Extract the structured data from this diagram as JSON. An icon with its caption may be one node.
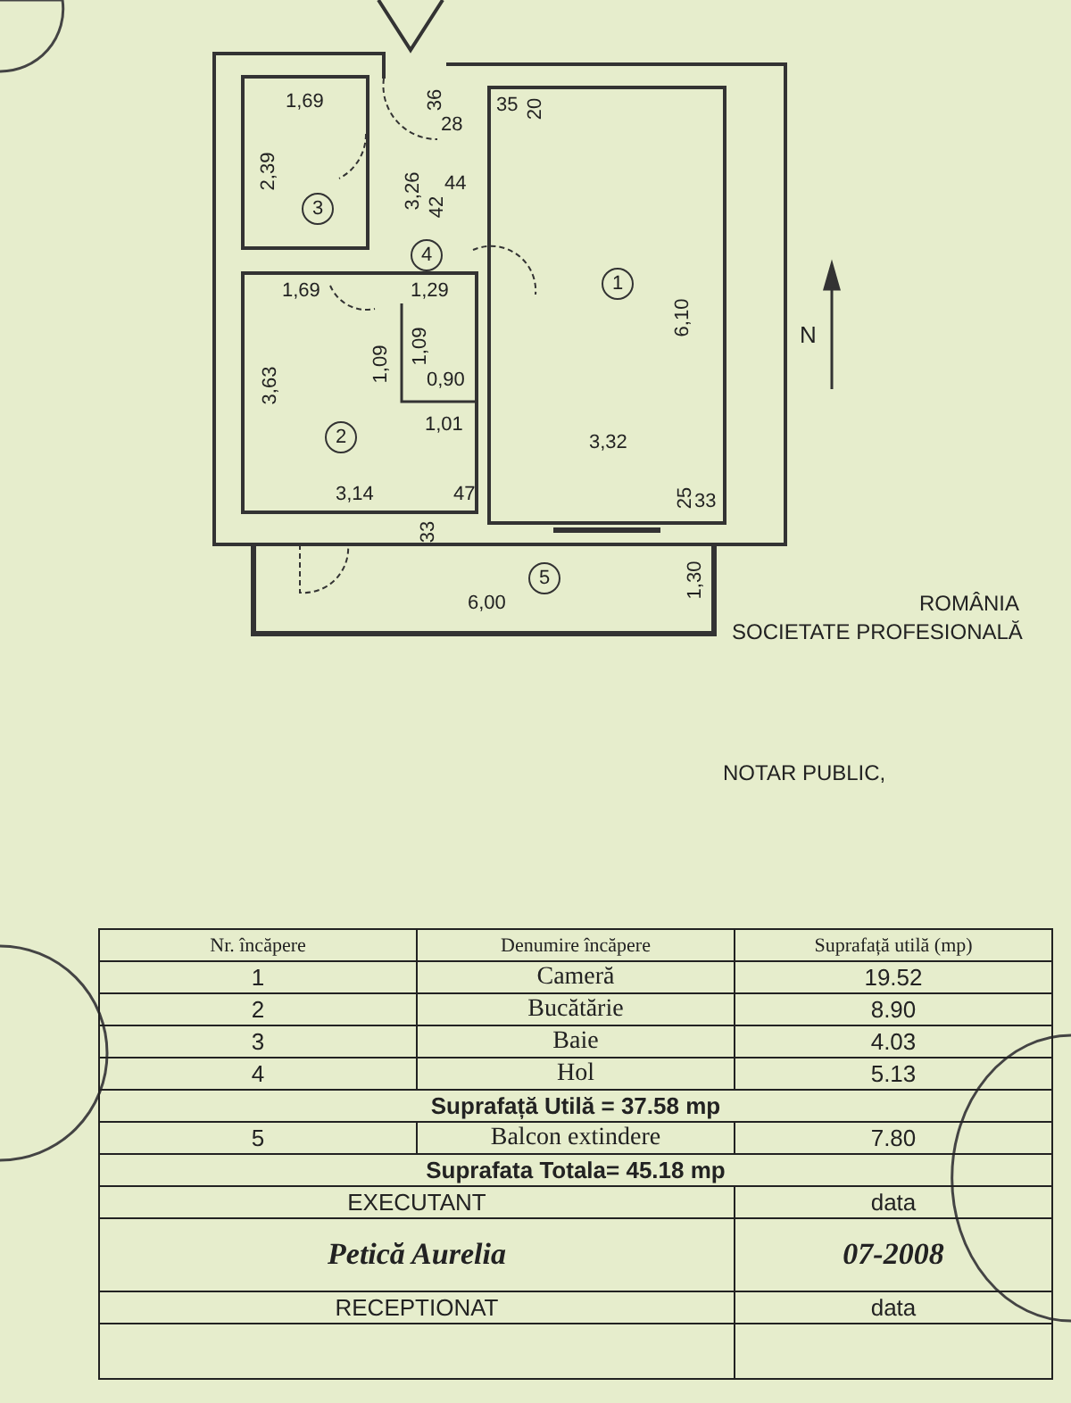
{
  "diagram": {
    "nodes": [
      {
        "text": [
          "1"
        ]
      },
      {
        "text": [
          "2"
        ]
      },
      {
        "text": [
          "3"
        ]
      },
      {
        "text": [
          "4"
        ]
      },
      {
        "text": [
          "5"
        ]
      }
    ],
    "labels": [
      "1,69",
      "2,39",
      "36",
      "28",
      "35",
      "20",
      "44",
      "3,26",
      "42",
      "1,69",
      "1,29",
      "6,10",
      "1,09",
      "1,09",
      "0,90",
      "3,63",
      "1,01",
      "3,32",
      "3,14",
      "47",
      "33",
      "25",
      "33",
      "6,00",
      "1,30",
      "N",
      "ROMÂNIA",
      "SOCIETATE PROFESIONALĂ",
      "NOTAR PUBLIC,",
      "Nr. încăpere",
      "Denumire încăpere",
      "Suprafață utilă (mp)",
      "1",
      "Cameră",
      "19.52",
      "2",
      "Bucătărie",
      "8.90",
      "3",
      "Baie",
      "4.03",
      "4",
      "Hol",
      "5.13",
      "Suprafață Utilă = 37.58 mp",
      "5",
      "Balcon extindere",
      "7.80",
      "Suprafata Totala= 45.18 mp",
      "EXECUTANT",
      "data",
      "Petică Aurelia",
      "07-2008",
      "RECEPTIONAT",
      "data"
    ]
  }
}
